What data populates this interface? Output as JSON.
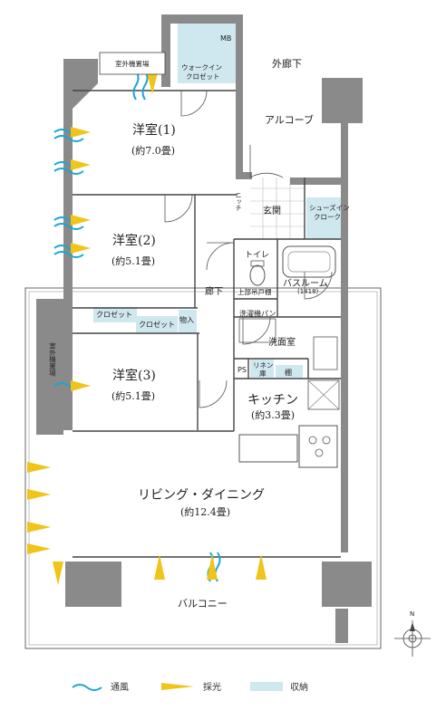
{
  "rooms": {
    "western1": {
      "name": "洋室(1)",
      "size": "(約7.0畳)"
    },
    "western2": {
      "name": "洋室(2)",
      "size": "(約5.1畳)"
    },
    "western3": {
      "name": "洋室(3)",
      "size": "(約5.1畳)"
    },
    "kitchen": {
      "name": "キッチン",
      "size": "(約3.3畳)"
    },
    "living": {
      "name": "リビング・ダイニング",
      "size": "(約12.4畳)"
    }
  },
  "labels": {
    "mb": "MB",
    "walkin_1": "ウォークイン",
    "walkin_2": "クロゼット",
    "outdoor_unit_top": "室外機置場",
    "outdoor_unit_side": "室外機置場",
    "outer_corridor": "外廊下",
    "alcove": "アルコーブ",
    "niche": "ニッチ",
    "entrance": "玄関",
    "shoes_1": "シューズイン",
    "shoes_2": "クローク",
    "toilet": "トイレ",
    "upper_cabinet": "上部吊戸棚",
    "bathroom": "バスルーム",
    "bath_size": "(1418)",
    "corridor": "廊下",
    "closet_a": "クロゼット",
    "closet_b": "クロゼット",
    "storage": "物入",
    "washer_pan": "洗濯機パン",
    "washroom": "洗面室",
    "ps": "PS",
    "linen_1": "リネン",
    "linen_2": "庫",
    "shelf": "棚",
    "balcony": "バルコニー",
    "compass_n": "N"
  },
  "legend": {
    "ventilation": "通風",
    "daylight": "採光",
    "storage": "収納"
  },
  "colors": {
    "wall": "#8a8a8a",
    "wall_dark": "#7a7a7a",
    "storage": "#cfe7ee",
    "ventilation": "#1aa6d6",
    "daylight": "#f0c419",
    "line": "#444444"
  }
}
